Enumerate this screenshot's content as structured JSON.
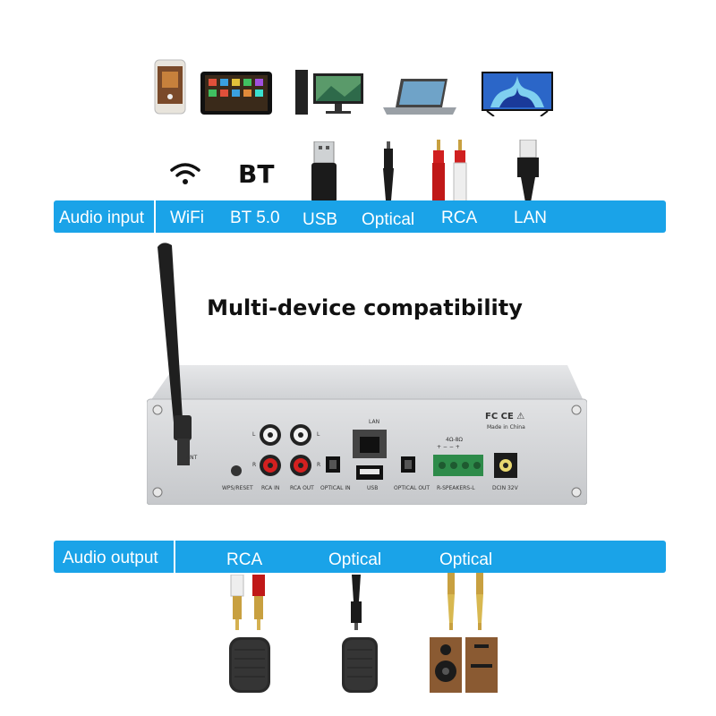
{
  "input_bar": {
    "header": "Audio  input",
    "items": [
      "WiFi",
      "BT 5.0",
      "USB",
      "Optical",
      "RCA",
      "LAN"
    ]
  },
  "bt_symbol": "BT",
  "headline": "Multi-device compatibility",
  "output_bar": {
    "header": "Audio  output",
    "items": [
      "RCA",
      "Optical",
      "Optical"
    ]
  },
  "panel_labels": {
    "lan": "LAN",
    "fcc": "FC CE ⚠",
    "made_in": "Made in China",
    "ohm": "4Ω-8Ω",
    "polarity": "+  −  −  +",
    "ant": "ANT",
    "wps": "WPS/RESET",
    "rca_in": "RCA IN",
    "rca_out": "RCA OUT",
    "optical_in": "OPTICAL IN",
    "usb": "USB",
    "optical_out": "OPTICAL OUT",
    "speakers": "R-SPEAKERS-L",
    "dcin": "DCIN 32V",
    "l1": "L",
    "l2": "L",
    "r1": "R",
    "r2": "R"
  },
  "colors": {
    "bar": "#1aa3e8",
    "panel": "#d9dadc",
    "text": "#111111"
  },
  "icons": [
    "smartphone-icon",
    "tablet-icon",
    "desktop-computer-icon",
    "laptop-icon",
    "television-icon",
    "wifi-icon",
    "usb-plug-icon",
    "optical-plug-icon",
    "rca-plug-icon",
    "ethernet-plug-icon",
    "smart-speaker-icon",
    "bookshelf-speakers-icon",
    "antenna-icon"
  ]
}
